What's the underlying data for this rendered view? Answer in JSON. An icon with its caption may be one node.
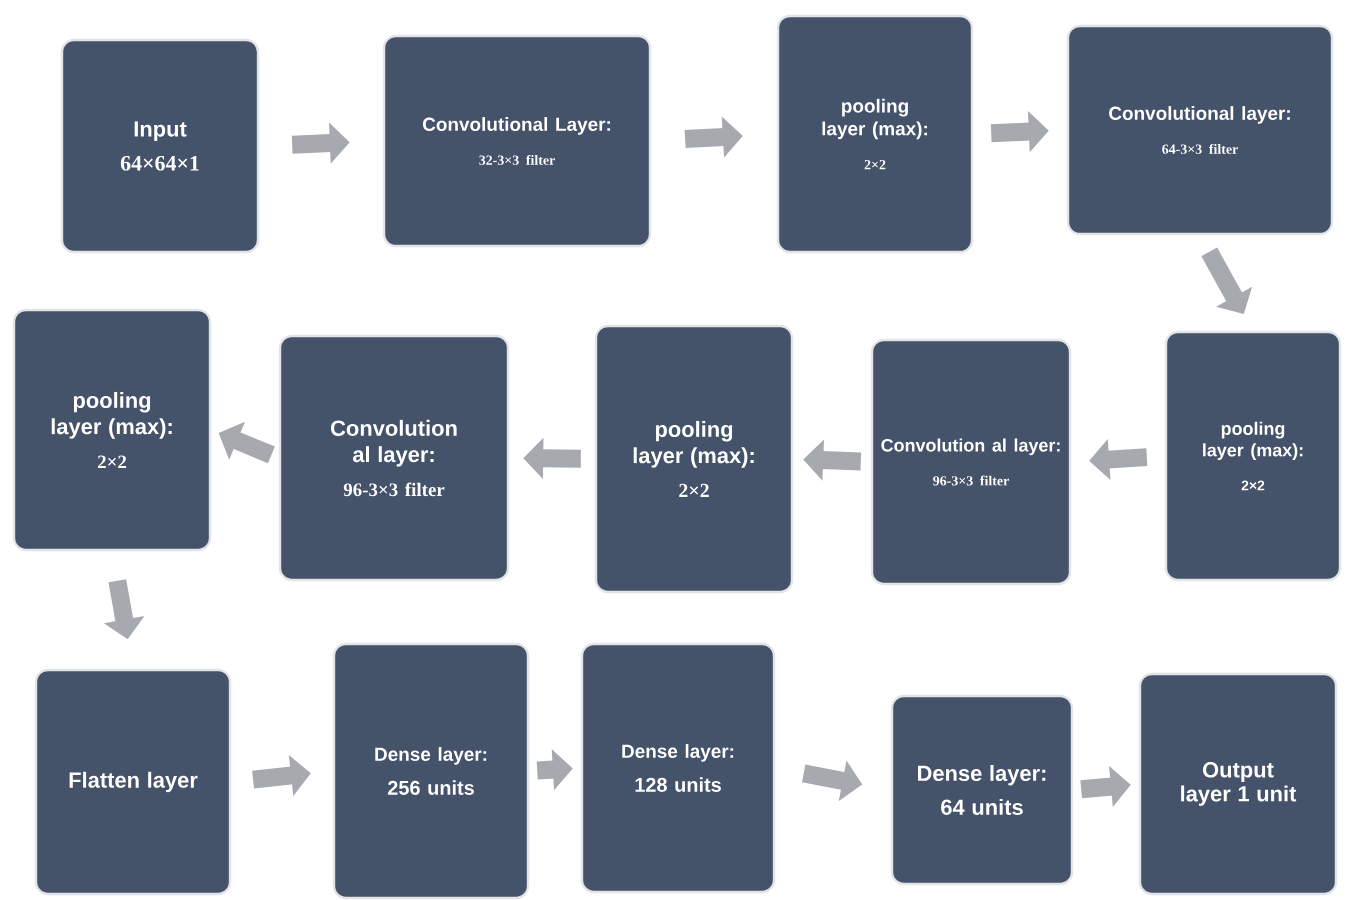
{
  "diagram": {
    "nodes": [
      {
        "text": [
          "Input",
          "64×64×1"
        ]
      },
      {
        "text": [
          "Convolutional Layer:",
          "32-3×3  filter"
        ]
      },
      {
        "text": [
          "pooling layer (max):",
          "2×2"
        ]
      },
      {
        "text": [
          "Convolutional layer:",
          "64-3×3  filter"
        ]
      },
      {
        "text": [
          "pooling layer (max):",
          "2×2"
        ]
      },
      {
        "text": [
          "Convolution al layer:",
          "96-3×3  filter"
        ]
      },
      {
        "text": [
          "pooling layer (max):",
          "2×2"
        ]
      },
      {
        "text": [
          "Convolution al layer:",
          "96-3×3 filter"
        ]
      },
      {
        "text": [
          "pooling layer (max):",
          "2×2"
        ]
      },
      {
        "text": [
          "Flatten layer"
        ]
      },
      {
        "text": [
          "Dense layer:",
          "256 units"
        ]
      },
      {
        "text": [
          "Dense layer:",
          "128 units"
        ]
      },
      {
        "text": [
          "Dense layer:",
          "64 units"
        ]
      },
      {
        "text": [
          "Output layer 1 unit"
        ]
      }
    ],
    "edges": [
      {
        "from": 0,
        "to": 1,
        "arrow": "to"
      },
      {
        "from": 1,
        "to": 2,
        "arrow": "to"
      },
      {
        "from": 2,
        "to": 3,
        "arrow": "to"
      },
      {
        "from": 3,
        "to": 4,
        "arrow": "to"
      },
      {
        "from": 4,
        "to": 5,
        "arrow": "to"
      },
      {
        "from": 5,
        "to": 6,
        "arrow": "to"
      },
      {
        "from": 6,
        "to": 7,
        "arrow": "to"
      },
      {
        "from": 7,
        "to": 8,
        "arrow": "to"
      },
      {
        "from": 8,
        "to": 9,
        "arrow": "to"
      },
      {
        "from": 9,
        "to": 10,
        "arrow": "to"
      },
      {
        "from": 10,
        "to": 11,
        "arrow": "to"
      },
      {
        "from": 11,
        "to": 12,
        "arrow": "to"
      },
      {
        "from": 12,
        "to": 13,
        "arrow": "to"
      }
    ]
  }
}
